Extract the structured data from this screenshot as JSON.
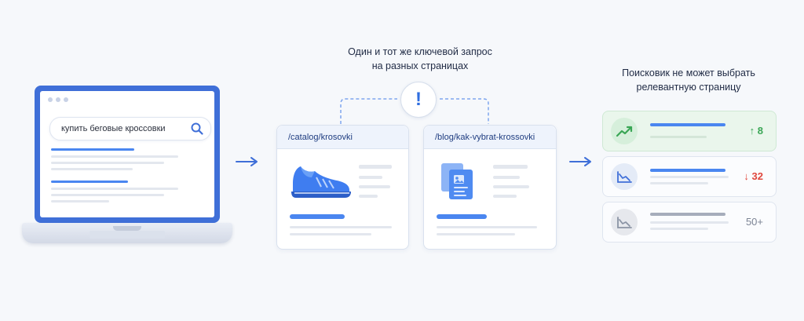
{
  "laptop": {
    "search_query": "купить беговые кроссовки"
  },
  "middle": {
    "title_line1": "Один и тот же ключевой запрос",
    "title_line2": "на разных страницах",
    "alert_symbol": "!",
    "pages": [
      {
        "url": "/catalog/krosovki"
      },
      {
        "url": "/blog/kak-vybrat-krossovki"
      }
    ]
  },
  "right": {
    "title_line1": "Поисковик не может выбрать",
    "title_line2": "релевантную страницу",
    "rankings": [
      {
        "arrow": "↑",
        "value": "8",
        "color": "#3aa655"
      },
      {
        "arrow": "↓",
        "value": "32",
        "color": "#e0473d"
      },
      {
        "arrow": "",
        "value": "50+",
        "color": "#7c8495"
      }
    ]
  },
  "colors": {
    "accent": "#3f6fd8",
    "link": "#4a86f0",
    "up": "#3aa655",
    "down": "#e0473d",
    "muted": "#7c8495"
  }
}
